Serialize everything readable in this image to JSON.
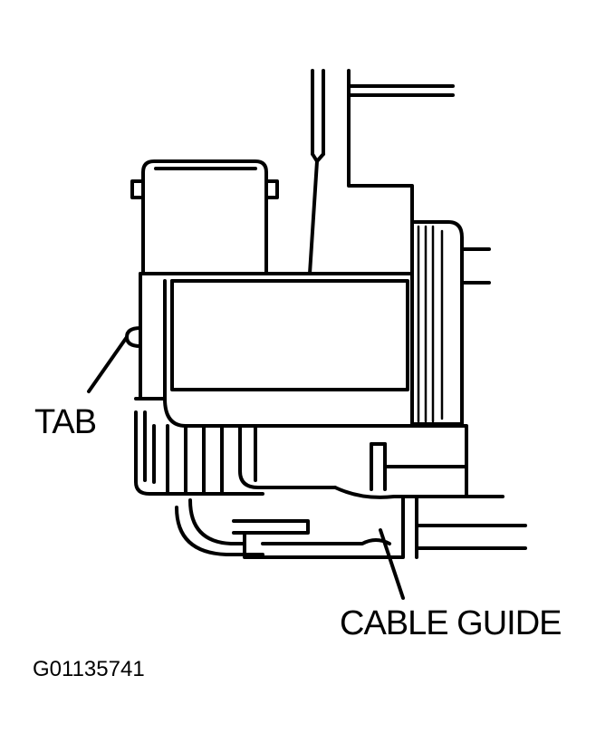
{
  "callouts": {
    "tab": "TAB",
    "cable_guide": "CABLE GUIDE"
  },
  "figure_id": "G01135741"
}
